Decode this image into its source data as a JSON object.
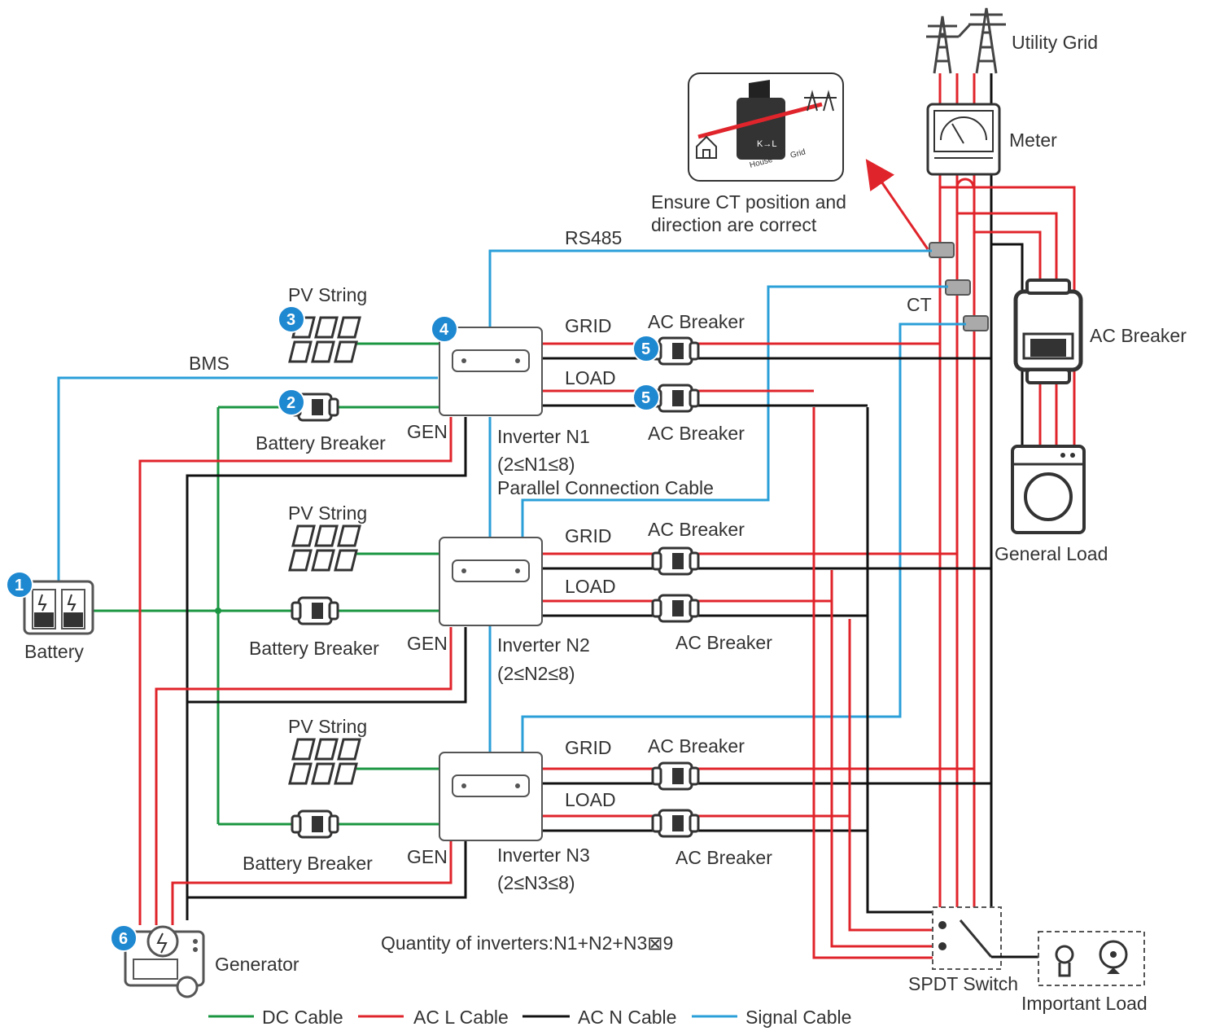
{
  "labels": {
    "utility_grid": "Utility Grid",
    "meter": "Meter",
    "ct_note_line1": "Ensure CT position and",
    "ct_note_line2": "direction are correct",
    "ct_house": "House",
    "ct_grid": "Grid",
    "ct_kl": "K→L",
    "rs485": "RS485",
    "bms": "BMS",
    "ct": "CT",
    "ac_breaker_main": "AC Breaker",
    "general_load": "General Load",
    "battery": "Battery",
    "generator": "Generator",
    "spdt_switch": "SPDT Switch",
    "important_load": "Important Load",
    "parallel_cable": "Parallel Connection Cable",
    "quantity": "Quantity of inverters:N1+N2+N3⊠9"
  },
  "inverters": [
    {
      "pv": "PV String",
      "grid": "GRID",
      "load": "LOAD",
      "ac_breaker_top": "AC Breaker",
      "ac_breaker_bottom": "AC Breaker",
      "battery_breaker": "Battery Breaker",
      "gen": "GEN",
      "name": "Inverter N1",
      "range": "(2≤N1≤8)"
    },
    {
      "pv": "PV String",
      "grid": "GRID",
      "load": "LOAD",
      "ac_breaker_top": "AC Breaker",
      "ac_breaker_bottom": "AC Breaker",
      "battery_breaker": "Battery Breaker",
      "gen": "GEN",
      "name": "Inverter N2",
      "range": "(2≤N2≤8)"
    },
    {
      "pv": "PV String",
      "grid": "GRID",
      "load": "LOAD",
      "ac_breaker_top": "AC Breaker",
      "ac_breaker_bottom": "AC Breaker",
      "battery_breaker": "Battery Breaker",
      "gen": "GEN",
      "name": "Inverter N3",
      "range": "(2≤N3≤8)"
    }
  ],
  "badges": {
    "b1": "1",
    "b2": "2",
    "b3": "3",
    "b4": "4",
    "b5a": "5",
    "b5b": "5",
    "b6": "6"
  },
  "legend": {
    "dc": "DC Cable",
    "acl": "AC L Cable",
    "acn": "AC N Cable",
    "sig": "Signal Cable"
  },
  "colors": {
    "dc": "#1a9641",
    "acl": "#e0242b",
    "acn": "#111111",
    "signal": "#2a9fd8",
    "badge": "#1e88d0"
  },
  "icons": [
    "transmission-tower-icon",
    "meter-icon",
    "ct-clamp-icon",
    "house-icon",
    "battery-icon",
    "pv-panel-icon",
    "breaker-icon",
    "inverter-icon",
    "washing-machine-icon",
    "generator-icon",
    "lightbulb-icon",
    "fan-icon",
    "spdt-switch-icon"
  ]
}
